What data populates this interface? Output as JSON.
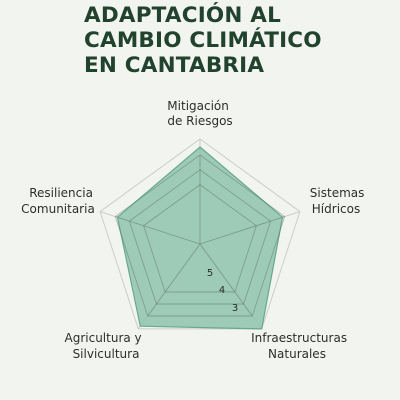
{
  "chart_data": {
    "type": "radar",
    "title": [
      "ADAPTACIÓN AL",
      "CAMBIO CLIMÁTICO",
      "EN CANTABRIA"
    ],
    "axes": [
      [
        "Mitigación",
        "de Riesgos"
      ],
      [
        "Sistemas",
        "Hídricos"
      ],
      [
        "Infraestructuras",
        "Naturales"
      ],
      [
        "Agricultura y",
        "Silvicultura"
      ],
      [
        "Resiliencia",
        "Comunitaria"
      ]
    ],
    "values": [
      8.5,
      7.6,
      9.2,
      8.9,
      7.6
    ],
    "rmax": 9.2,
    "rings": [
      5.2,
      6.5,
      7.8,
      9.2
    ],
    "tick_labels": [
      "5",
      "4",
      "3"
    ],
    "colors": {
      "fill": "#8ec3ad",
      "stroke": "#67a990",
      "grid": "#c9cec8",
      "inner_grid": "#5e6a60",
      "title": "#21422d"
    }
  }
}
